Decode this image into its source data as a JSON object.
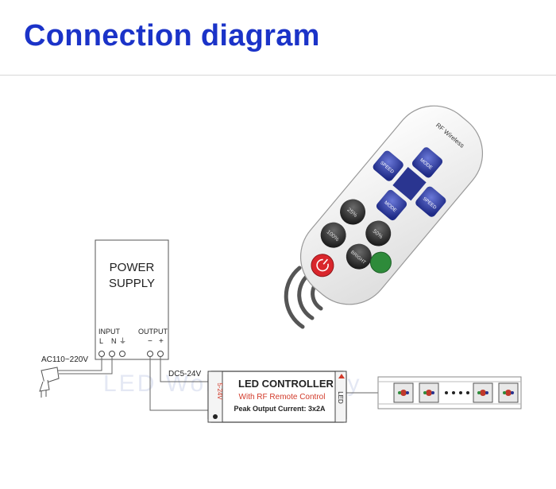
{
  "header": {
    "title": "Connection diagram"
  },
  "power_supply": {
    "title_line1": "POWER",
    "title_line2": "SUPPLY",
    "input_label": "INPUT",
    "output_label": "OUTPUT",
    "terminal_l": "L",
    "terminal_n": "N",
    "terminal_ground": "⏚",
    "terminal_minus": "−",
    "terminal_plus": "+"
  },
  "ac_label": "AC110~220V",
  "dc_label": "DC5-24V",
  "controller": {
    "title": "LED CONTROLLER",
    "subtitle": "With RF Remote Control",
    "peak": "Peak Output Current: 3x2A",
    "side_voltage": "5-24V",
    "side_led": "LED"
  },
  "remote": {
    "brand": "RF Wireless",
    "buttons": [
      "MODE",
      "MODE",
      "SPEED",
      "SPEED",
      "25%",
      "50%",
      "100%",
      "BRIGHT"
    ]
  },
  "watermark": "LED World company",
  "colors": {
    "title": "#1b33c8",
    "controller_red": "#d23a2a",
    "button_blue": "#27328f",
    "button_green": "#2e8b3a",
    "power_red": "#d9262c"
  }
}
